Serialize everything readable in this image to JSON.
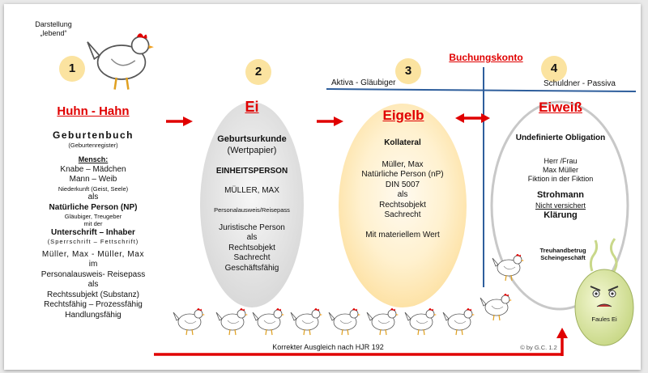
{
  "darstellung": {
    "line1": "Darstellung",
    "line2": "„lebend“"
  },
  "numbers": [
    "1",
    "2",
    "3",
    "4"
  ],
  "buchungskonto": "Buchungskonto",
  "aktiva": "Aktiva - Gläubiger",
  "passiva": "Schuldner - Passiva",
  "col1": {
    "title": "Huhn - Hahn",
    "heading": "Geburtenbuch",
    "sub": "(Geburtenregister)",
    "mensch": "Mensch:",
    "knabe": "Knabe – Mädchen",
    "mann": "Mann – Weib",
    "niederkunft": "Niederkunft (Geist, Seele)",
    "als1": "als",
    "np": "Natürliche Person (NP)",
    "glaeubiger": "Gläubiger, Treugeber",
    "mitder": "mit der",
    "unterschrift": "Unterschrift – Inhaber",
    "sperrschrift": "(Sperrschrift – Fettschrift)",
    "mueller": "Müller, Max - Müller, Max",
    "im": "im",
    "perso": "Personalausweis- Reisepass",
    "als2": "als",
    "rechtssubjekt": "Rechtssubjekt (Substanz)",
    "rechtsfaehig": "Rechtsfähig – Prozessfähig",
    "handlung": "Handlungsfähig"
  },
  "col2": {
    "title": "Ei",
    "heading": "Geburtsurkunde",
    "sub": "(Wertpapier)",
    "einheit": "EINHEITSPERSON",
    "mueller": "MÜLLER, MAX",
    "perso": "Personalausweis/Reisepass",
    "juristisch": "Juristische Person",
    "als": "als",
    "rechtsobjekt": "Rechtsobjekt",
    "sachrecht": "Sachrecht",
    "geschaeft": "Geschäftsfähig"
  },
  "col3": {
    "title": "Eigelb",
    "heading": "Kollateral",
    "mueller": "Müller, Max",
    "np": "Natürliche Person (nP)",
    "din": "DIN 5007",
    "als": "als",
    "rechtsobjekt": "Rechtsobjekt",
    "sachrecht": "Sachrecht",
    "wert": "Mit materiellem Wert"
  },
  "col4": {
    "title": "Eiweiß",
    "heading": "Undefinierte Obligation",
    "herr": "Herr /Frau",
    "max": "Max Müller",
    "fiktion": "Fiktion in der Fiktion",
    "strohmann": "Strohmann",
    "nicht": "Nicht versichert",
    "klaerung": "Klärung",
    "treuhand": "Treuhandbetrug",
    "schein": "Scheingeschäft"
  },
  "faules_ei": "Faules Ei",
  "bottom": "Korrekter Ausgleich nach HJR 192",
  "copyright": "© by G.C. 1.2",
  "colors": {
    "red": "#e00000",
    "blue": "#2e5e9c",
    "yolk": "#fde9b8",
    "gray": "#e2e2e2",
    "egg": "#dde9a0"
  }
}
